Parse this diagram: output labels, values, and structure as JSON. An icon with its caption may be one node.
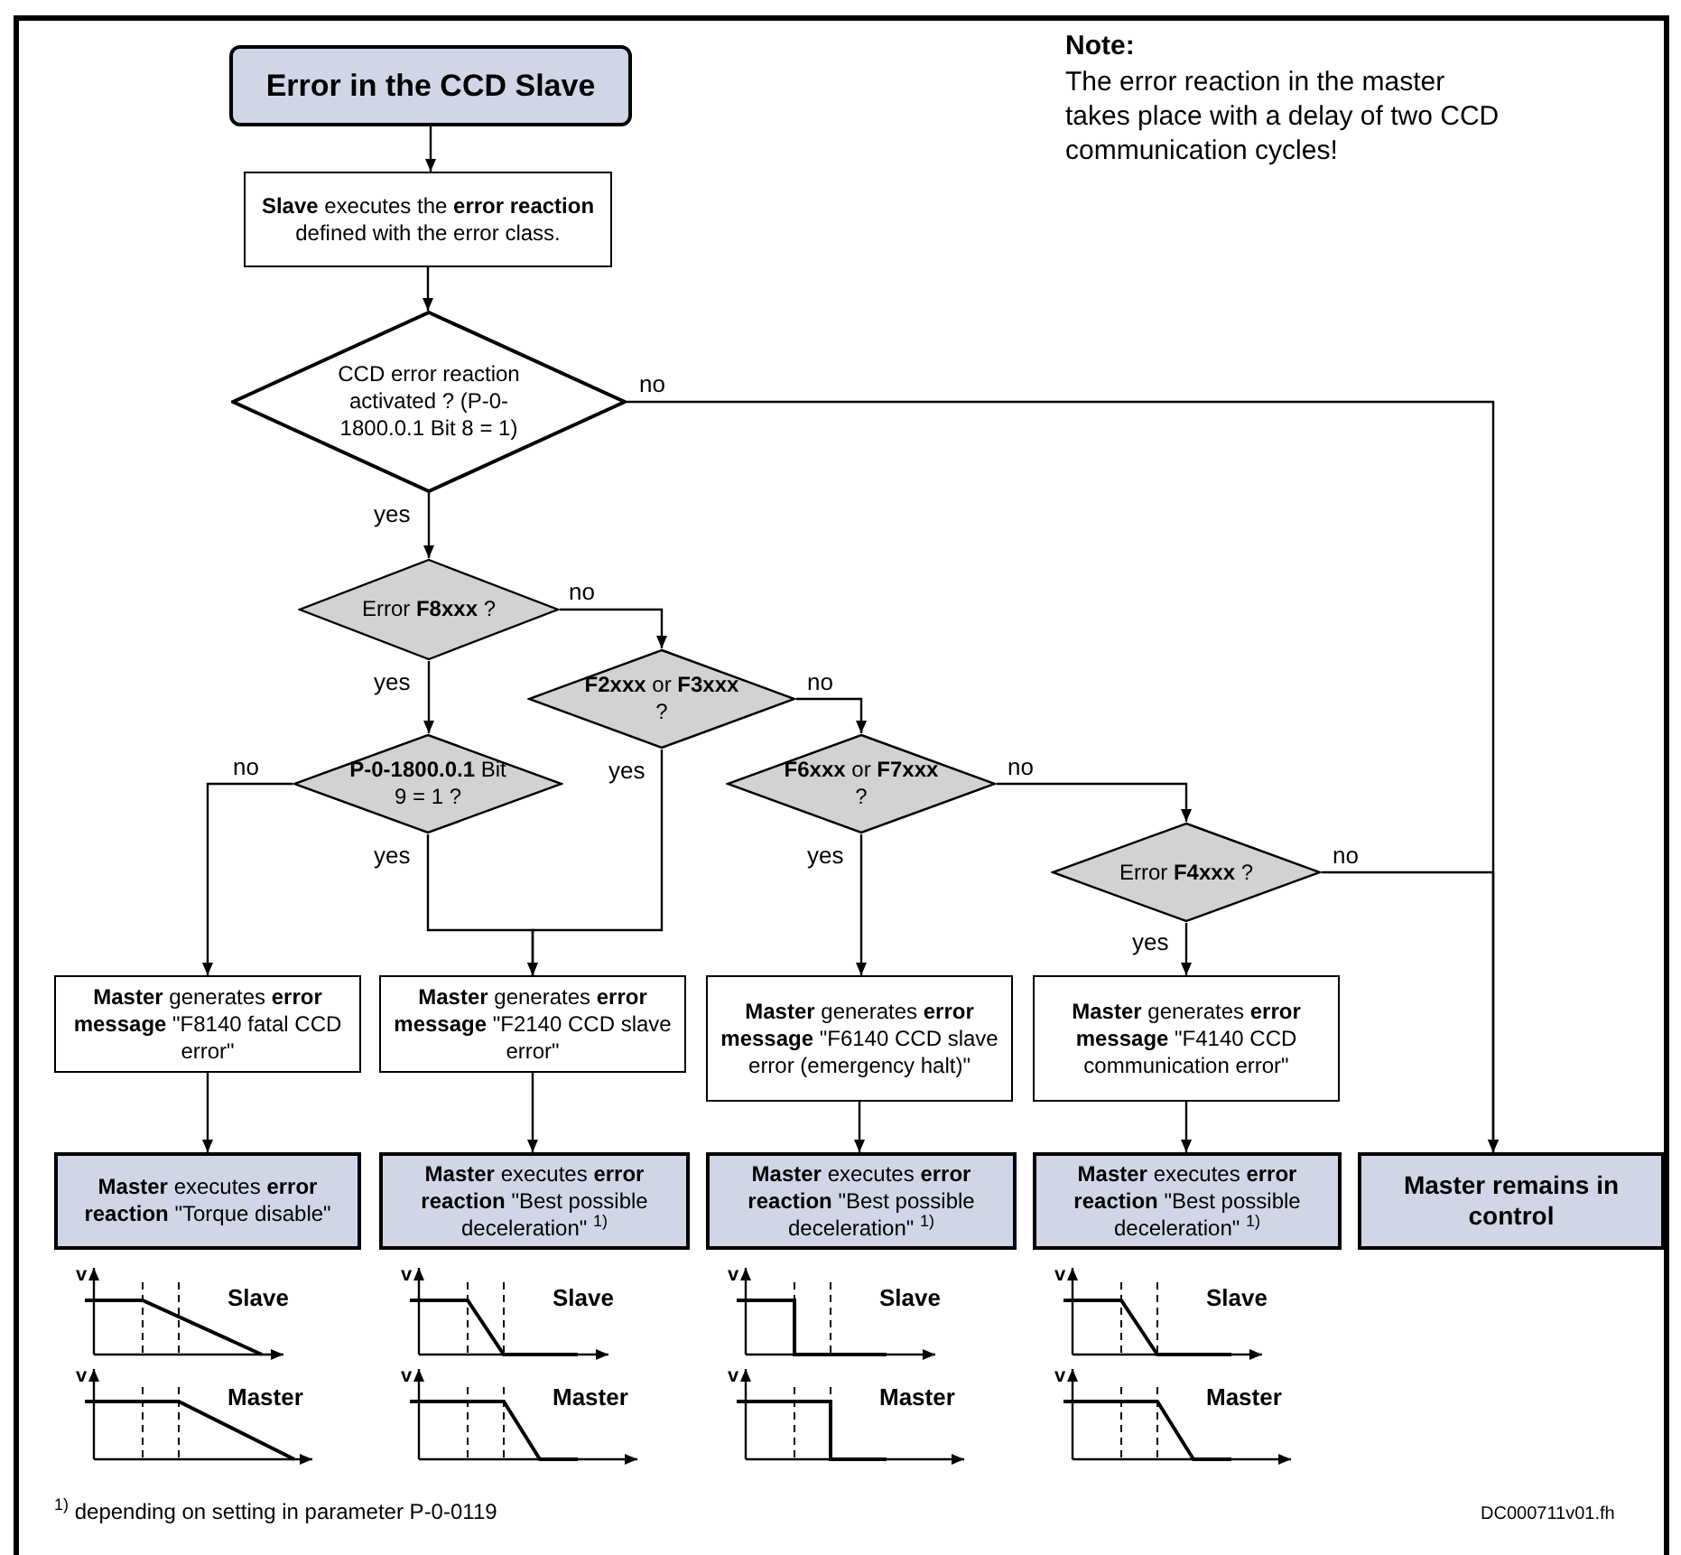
{
  "diagram": {
    "nodes": [
      {
        "text": [
          "Error in the CCD Slave"
        ]
      },
      {
        "text": [
          "**Slave** executes the **error reaction** defined with the error class."
        ]
      },
      {
        "text": [
          "CCD error reaction activated ? (P-0-1800.0.1 Bit 8 = 1)"
        ]
      },
      {
        "text": [
          "Error **F8xxx** ?"
        ]
      },
      {
        "text": [
          "**F2xxx** or **F3xxx** ?"
        ]
      },
      {
        "text": [
          "**P-0-1800.0.1** Bit 9 = 1 ?"
        ]
      },
      {
        "text": [
          "**F6xxx** or **F7xxx** ?"
        ]
      },
      {
        "text": [
          "Error **F4xxx** ?"
        ]
      },
      {
        "text": [
          "**Master** generates **error message** \"F8140 fatal CCD error\""
        ]
      },
      {
        "text": [
          "**Master** generates **error message** \"F2140 CCD slave error\""
        ]
      },
      {
        "text": [
          "**Master** generates **error message** \"F6140 CCD slave error (emergency halt)\""
        ]
      },
      {
        "text": [
          "**Master** generates **error message** \"F4140 CCD communication error\""
        ]
      },
      {
        "text": [
          "**Master** executes **error reaction** \"Torque disable\""
        ]
      },
      {
        "text": [
          "**Master** executes **error reaction** \"Best possible deceleration\" $^{1)}$"
        ]
      },
      {
        "text": [
          "**Master** executes **error reaction** \"Best possible deceleration\" $^{1)}$"
        ]
      },
      {
        "text": [
          "**Master** executes **error reaction** \"Best possible deceleration\" $^{1)}$"
        ]
      },
      {
        "text": [
          "Master remains in control"
        ]
      }
    ],
    "edges": [
      {
        "from": 0,
        "to": 1,
        "arrow": "to"
      },
      {
        "from": 1,
        "to": 2,
        "arrow": "to"
      },
      {
        "from": 2,
        "to": 16,
        "arrow": "to",
        "label": "no"
      },
      {
        "from": 2,
        "to": 3,
        "arrow": "to",
        "label": "yes"
      },
      {
        "from": 3,
        "to": 4,
        "arrow": "to",
        "label": "no"
      },
      {
        "from": 3,
        "to": 5,
        "arrow": "to",
        "label": "yes"
      },
      {
        "from": 4,
        "to": 9,
        "arrow": "to",
        "label": "yes"
      },
      {
        "from": 4,
        "to": 6,
        "arrow": "to",
        "label": "no"
      },
      {
        "from": 5,
        "to": 8,
        "arrow": "to",
        "label": "no"
      },
      {
        "from": 5,
        "to": 9,
        "arrow": "to",
        "label": "yes"
      },
      {
        "from": 6,
        "to": 10,
        "arrow": "to",
        "label": "yes"
      },
      {
        "from": 6,
        "to": 7,
        "arrow": "to",
        "label": "no"
      },
      {
        "from": 7,
        "to": 16,
        "arrow": "to",
        "label": "no"
      },
      {
        "from": 7,
        "to": 11,
        "arrow": "to",
        "label": "yes"
      },
      {
        "from": 8,
        "to": 12,
        "arrow": "to"
      },
      {
        "from": 9,
        "to": 13,
        "arrow": "to"
      },
      {
        "from": 10,
        "to": 14,
        "arrow": "to"
      },
      {
        "from": 11,
        "to": 15,
        "arrow": "to"
      }
    ],
    "labels": [
      "Note:",
      "The error reaction in the master takes place with a delay of two CCD communication cycles!",
      "v",
      "Slave",
      "v",
      "Slave",
      "v",
      "Slave",
      "v",
      "Slave",
      "v",
      "Master",
      "v",
      "Master",
      "v",
      "Master",
      "v",
      "Master",
      "$^{1)}$ depending on setting in parameter P-0-0119",
      "DC000711v01.fh"
    ]
  }
}
